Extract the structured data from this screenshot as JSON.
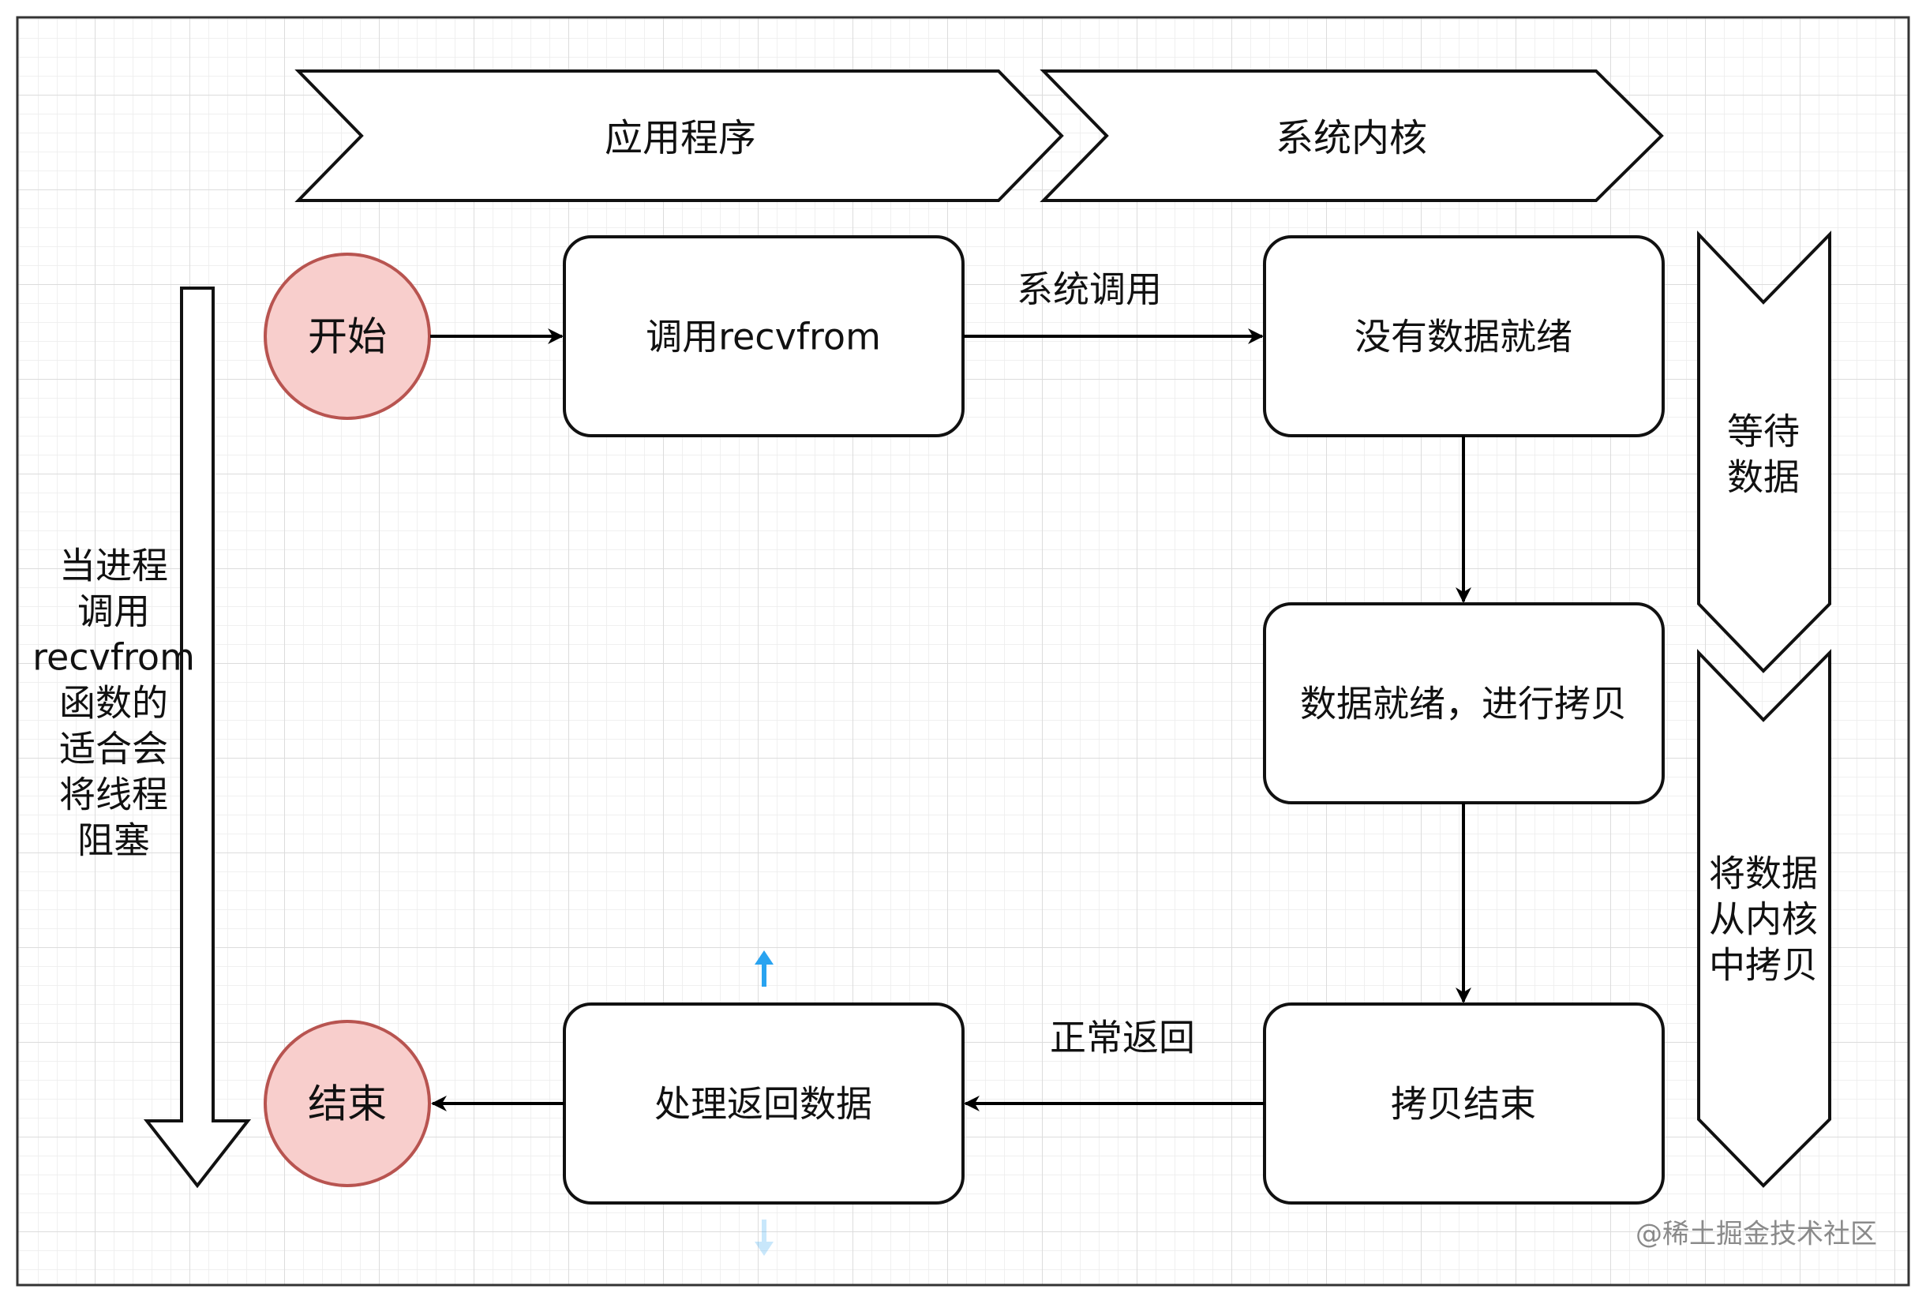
{
  "lanes": {
    "application": "应用程序",
    "kernel": "系统内核"
  },
  "nodes": {
    "start": "开始",
    "end": "结束",
    "call_recvfrom": "调用recvfrom",
    "no_data_ready": "没有数据就绪",
    "data_ready_copy": "数据就绪，进行拷贝",
    "copy_done": "拷贝结束",
    "process_return": "处理返回数据"
  },
  "edges": {
    "system_call": "系统调用",
    "normal_return": "正常返回"
  },
  "phases": {
    "wait_data": [
      "等待",
      "数据"
    ],
    "copy_from_kernel": [
      "将数据",
      "从内核",
      "中拷贝"
    ]
  },
  "side_note": [
    "当进程",
    "调用",
    "recvfrom",
    "函数的",
    "适合会",
    "将线程",
    "阻塞"
  ],
  "watermark": "@稀土掘金技术社区",
  "colors": {
    "node_fill_terminal": "#f8cecc",
    "node_stroke_terminal": "#b85450",
    "grid": "#e6e6e6",
    "accent_blue": "#29a3f0"
  }
}
